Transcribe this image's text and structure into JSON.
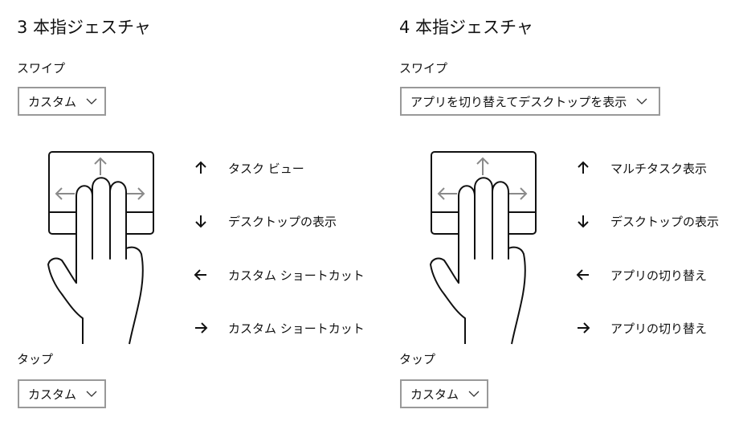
{
  "three_finger": {
    "title": "3 本指ジェスチャ",
    "swipe_label": "スワイプ",
    "swipe_value": "カスタム",
    "gestures": [
      {
        "direction": "up",
        "icon": "arrow-up-icon",
        "text": "タスク ビュー"
      },
      {
        "direction": "down",
        "icon": "arrow-down-icon",
        "text": "デスクトップの表示"
      },
      {
        "direction": "left",
        "icon": "arrow-left-icon",
        "text": "カスタム ショートカット"
      },
      {
        "direction": "right",
        "icon": "arrow-right-icon",
        "text": "カスタム ショートカット"
      }
    ],
    "tap_label": "タップ",
    "tap_value": "カスタム"
  },
  "four_finger": {
    "title": "4 本指ジェスチャ",
    "swipe_label": "スワイプ",
    "swipe_value": "アプリを切り替えてデスクトップを表示",
    "gestures": [
      {
        "direction": "up",
        "icon": "arrow-up-icon",
        "text": "マルチタスク表示"
      },
      {
        "direction": "down",
        "icon": "arrow-down-icon",
        "text": "デスクトップの表示"
      },
      {
        "direction": "left",
        "icon": "arrow-left-icon",
        "text": "アプリの切り替え"
      },
      {
        "direction": "right",
        "icon": "arrow-right-icon",
        "text": "アプリの切り替え"
      }
    ],
    "tap_label": "タップ",
    "tap_value": "カスタム"
  },
  "colors": {
    "text": "#111111",
    "dropdown_border": "#999999",
    "illustration_arrow": "#8a8a8a",
    "background": "#ffffff"
  }
}
